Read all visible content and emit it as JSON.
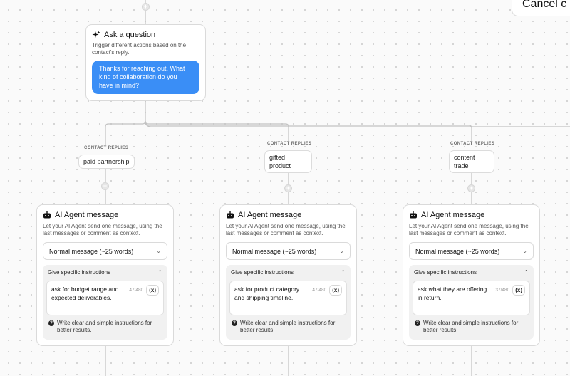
{
  "header": {
    "cancel_label": "Cancel c"
  },
  "ask_node": {
    "title": "Ask a question",
    "description": "Trigger different actions based on the contact's reply.",
    "message": "Thanks for reaching out. What kind of collaboration do you have in mind?"
  },
  "branches": [
    {
      "label": "CONTACT REPLIES",
      "reply": "paid partnership",
      "card": {
        "title": "AI Agent message",
        "description": "Let your AI Agent send one message, using the last messages or comment as context.",
        "select_value": "Normal message (~25 words)",
        "panel_title": "Give specific instructions",
        "instruction": "ask for budget range and expected deliverables.",
        "char_count": "47/480",
        "var_label": "(x)",
        "hint": "Write clear and simple instructions for better results."
      }
    },
    {
      "label": "CONTACT REPLIES",
      "reply": "gifted product",
      "card": {
        "title": "AI Agent message",
        "description": "Let your AI Agent send one message, using the last messages or comment as context.",
        "select_value": "Normal message (~25 words)",
        "panel_title": "Give specific instructions",
        "instruction": "ask for product category and shipping timeline.",
        "char_count": "47/480",
        "var_label": "(x)",
        "hint": "Write clear and simple instructions for better results."
      }
    },
    {
      "label": "CONTACT REPLIES",
      "reply": "content trade",
      "card": {
        "title": "AI Agent message",
        "description": "Let your AI Agent send one message, using the last messages or comment as context.",
        "select_value": "Normal message (~25 words)",
        "panel_title": "Give specific instructions",
        "instruction": "ask what they are offering in return.",
        "char_count": "37/480",
        "var_label": "(x)",
        "hint": "Write clear and simple instructions for better results."
      }
    }
  ],
  "icons": {
    "ask": "sparkles-icon",
    "agent": "robot-icon",
    "select": "chevron-down-icon",
    "panel": "chevron-up-icon",
    "hint": "info-icon"
  },
  "colors": {
    "bubble": "#3a8ef6",
    "connector": "#bdbdbd",
    "canvas": "#fafafa"
  }
}
